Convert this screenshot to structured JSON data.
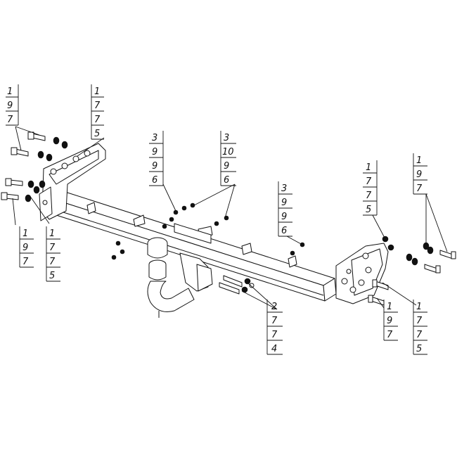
{
  "colors": {
    "line": "#111111",
    "background": "#ffffff"
  },
  "callouts": [
    {
      "id": "left-top",
      "digits": [
        "1",
        "9",
        "7"
      ]
    },
    {
      "id": "left-bracket-top",
      "digits": [
        "1",
        "7",
        "7",
        "5"
      ]
    },
    {
      "id": "center-left-top",
      "digits": [
        "3",
        "9",
        "9",
        "6"
      ]
    },
    {
      "id": "center-right-top",
      "digits": [
        "3",
        "10",
        "9",
        "6"
      ]
    },
    {
      "id": "center-right",
      "digits": [
        "3",
        "9",
        "9",
        "6"
      ]
    },
    {
      "id": "right-bracket-top",
      "digits": [
        "1",
        "7",
        "7",
        "5"
      ]
    },
    {
      "id": "right-top",
      "digits": [
        "1",
        "9",
        "7"
      ]
    },
    {
      "id": "left-bottom",
      "digits": [
        "1",
        "9",
        "7"
      ]
    },
    {
      "id": "left-bottom-2",
      "digits": [
        "1",
        "7",
        "7",
        "5"
      ]
    },
    {
      "id": "center-bottom",
      "digits": [
        "2",
        "7",
        "7",
        "4"
      ]
    },
    {
      "id": "right-bottom-1",
      "digits": [
        "1",
        "9",
        "7"
      ]
    },
    {
      "id": "right-bottom-2",
      "digits": [
        "1",
        "7",
        "7",
        "5"
      ]
    }
  ]
}
